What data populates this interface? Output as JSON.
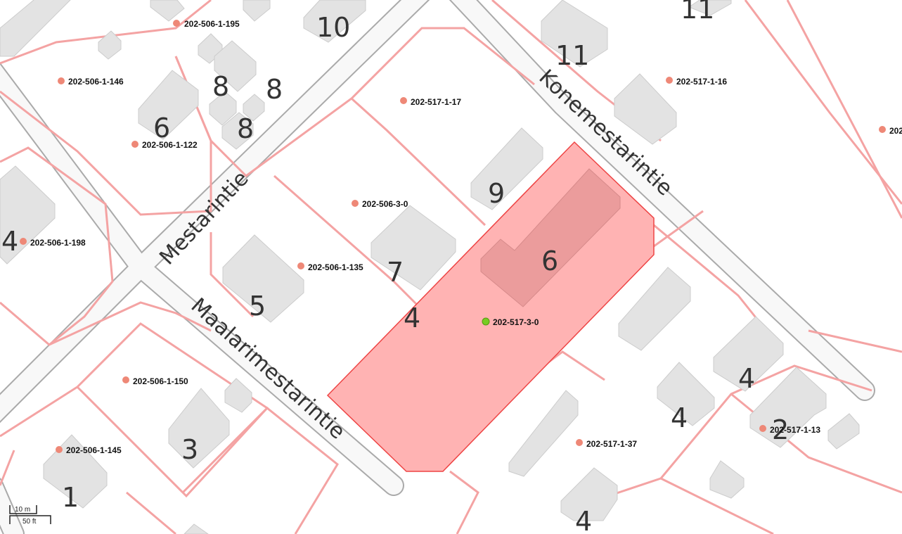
{
  "streets": {
    "mestarintie": "Mestarintie",
    "maalarimestarintie": "Maalarimestarintie",
    "konemestarintie": "Konemestarintie"
  },
  "parcels": [
    {
      "id": "202-506-1-195"
    },
    {
      "id": "202-506-1-146"
    },
    {
      "id": "202-506-1-122"
    },
    {
      "id": "202-506-1-198"
    },
    {
      "id": "202-506-1-150"
    },
    {
      "id": "202-506-1-145"
    },
    {
      "id": "202-506-1-135"
    },
    {
      "id": "202-506-3-0"
    },
    {
      "id": "202-517-1-17"
    },
    {
      "id": "202-517-1-16"
    },
    {
      "id": "202-517-3-0"
    },
    {
      "id": "202-517-1-37"
    },
    {
      "id": "202-517-1-13"
    },
    {
      "id": "202"
    }
  ],
  "house_numbers": [
    "10",
    "11",
    "11",
    "8",
    "8",
    "8",
    "6",
    "4",
    "9",
    "6",
    "7",
    "5",
    "4",
    "3",
    "1",
    "4",
    "4",
    "2",
    "4"
  ],
  "scale": {
    "metric": "10 m",
    "imperial": "50 ft"
  },
  "colors": {
    "parcel_line": "#f4a3a3",
    "selected_fill": "#ffb3b3",
    "selected_border": "#ee4444",
    "road_fill": "#f8f8f8",
    "road_edge": "#aaaaaa",
    "building": "#e0e0e0",
    "parcel_marker": "#ee8877",
    "selected_marker": "#77cc22"
  }
}
